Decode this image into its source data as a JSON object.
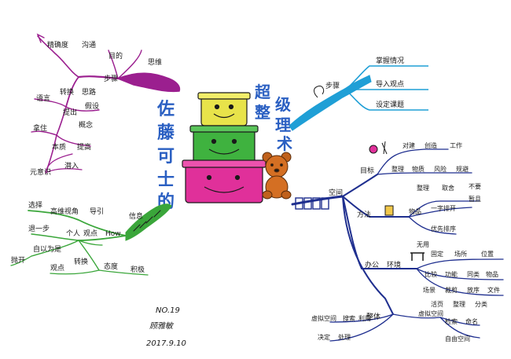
{
  "title": {
    "left_chars": [
      "佐",
      "藤",
      "可",
      "士",
      "的"
    ],
    "right_chars": [
      "超",
      "级",
      "整",
      "理",
      "术"
    ],
    "left_color": "#2a5fc2",
    "right_color": "#2a5fc2"
  },
  "branches": {
    "thinking": {
      "label": "思维",
      "color": "#9b1f8f",
      "step": "步骤",
      "purpose": "目的",
      "precision": "精确度",
      "communicate": "沟通",
      "language": "语言",
      "convert": "转换",
      "think": "思路",
      "ask": "提出",
      "hypothesis": "假设",
      "grasp": "拿住",
      "concept": "概念",
      "nature": "本质",
      "elevate": "提高",
      "consciousness": "元意识",
      "immerse": "潜入"
    },
    "steps": {
      "label": "步骤",
      "color": "#1f9fd6",
      "items": [
        "掌握情况",
        "导入观点",
        "设定课题"
      ]
    },
    "info": {
      "label": "信息",
      "color": "#3aa63a",
      "items_top": [
        "选择",
        "高维视角",
        "导引"
      ],
      "retreat": "退一步",
      "person": "个人",
      "view": "观点",
      "how": "How",
      "throw": "抛开",
      "selfcheck": "自以为是",
      "watch": "观点",
      "convert2": "转换",
      "attitude": "态度",
      "active": "积极"
    },
    "space": {
      "label": "空间",
      "color": "#1f2f8f",
      "goal": "目标",
      "goal_items": [
        "对建",
        "创造",
        "工作",
        "整理",
        "物质",
        "风险",
        "规避"
      ],
      "method": "方法",
      "method_items": [
        "整理",
        "取舍",
        "不要",
        "暂且",
        "物品",
        "一字排开",
        "优先排序",
        "无用"
      ],
      "fixed": "固定",
      "place": "场所",
      "position": "位置",
      "office": "办公",
      "environment": "环境",
      "office_items": [
        "比较",
        "功能",
        "同类",
        "物品",
        "场景",
        "裁剪",
        "放序",
        "文件",
        "活页",
        "整理",
        "分类"
      ],
      "organize": "整体",
      "digital": "虚拟空间",
      "org_items": [
        "虚拟空间",
        "搜索",
        "利用",
        "决定",
        "处理",
        "检索",
        "命名",
        "自由空间"
      ]
    }
  },
  "signature": {
    "no": "NO.19",
    "author": "顾雅敏",
    "date": "2017.9.10"
  },
  "box_colors": [
    "#e8e34a",
    "#3fb23f",
    "#e0309a"
  ]
}
